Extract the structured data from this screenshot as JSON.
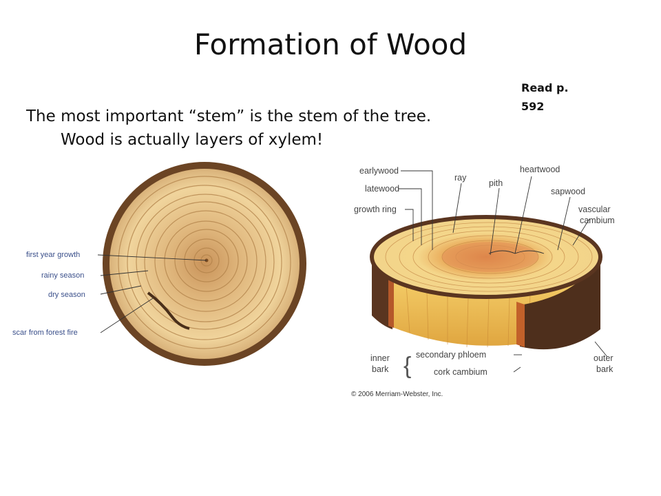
{
  "slide": {
    "title": "Formation of Wood",
    "note_line1": "Read p.",
    "note_line2": "592",
    "body_line1": "The most important “stem” is the stem of the tree.",
    "body_line2": "Wood is actually layers of xylem!"
  },
  "left_figure": {
    "labels": {
      "first_year": "first year growth",
      "rainy": "rainy season",
      "dry": "dry season",
      "scar": "scar from forest fire"
    }
  },
  "right_figure": {
    "labels": {
      "earlywood": "earlywood",
      "latewood": "latewood",
      "growth_ring": "growth ring",
      "ray": "ray",
      "pith": "pith",
      "heartwood": "heartwood",
      "sapwood": "sapwood",
      "vascular1": "vascular",
      "vascular2": "cambium",
      "inner1": "inner",
      "inner2": "bark",
      "secondary_phloem": "secondary phloem",
      "cork_cambium": "cork cambium",
      "outer1": "outer",
      "outer2": "bark"
    },
    "copyright": "© 2006 Merriam-Webster, Inc."
  },
  "colors": {
    "wood_light": "#f2d9a0",
    "wood_ring": "#c99a55",
    "bark": "#5a3a22",
    "heartwood": "#e8a050",
    "label_blue": "#3a4f8a"
  }
}
